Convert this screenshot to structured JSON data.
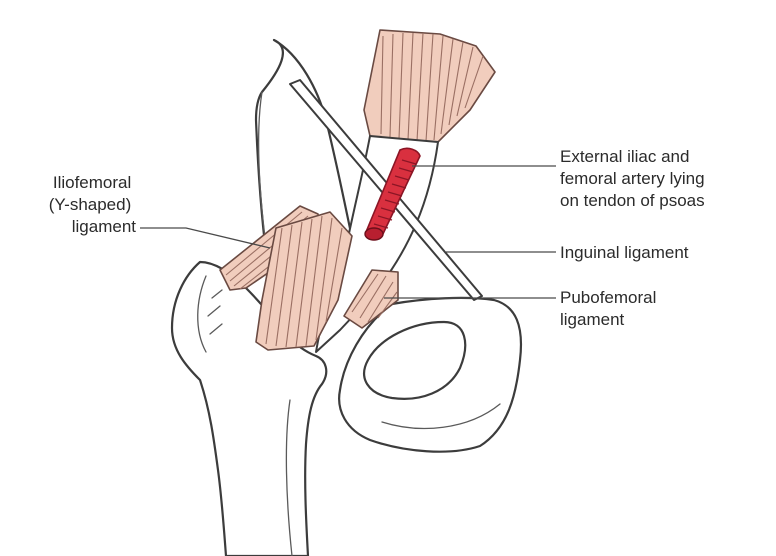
{
  "labels": {
    "iliofemoral": [
      "Iliofemoral",
      "(Y-shaped)",
      "ligament"
    ],
    "artery": [
      "External iliac and",
      "femoral artery lying",
      "on tendon of psoas"
    ],
    "inguinal": [
      "Inguinal ligament"
    ],
    "pubofemoral": [
      "Pubofemoral",
      "ligament"
    ]
  },
  "colors": {
    "muscle_fill": "#f1cdbd",
    "artery_fill": "#d9303f",
    "outline": "#3c3c3c",
    "label_text": "#2b2b2b"
  }
}
